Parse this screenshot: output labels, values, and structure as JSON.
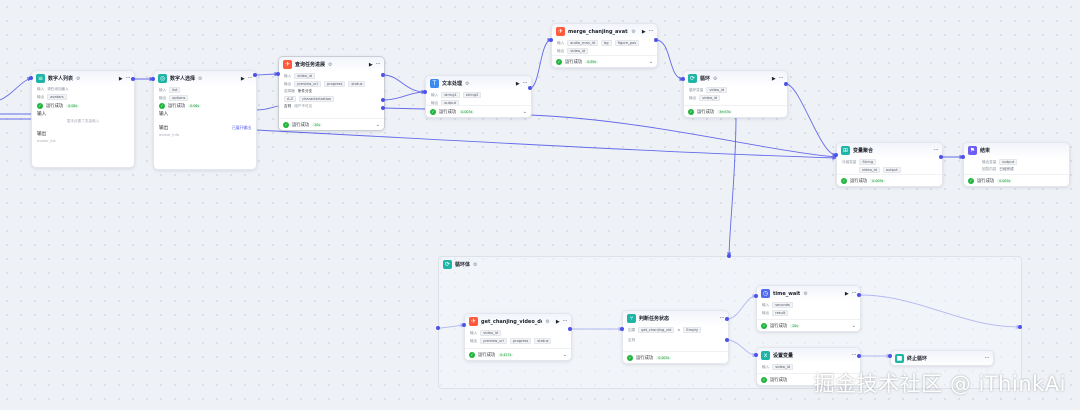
{
  "nodes": {
    "digital_list": {
      "title": "数字人列表",
      "input_label": "输入",
      "input_hint": "请在添加输入",
      "output_label": "输出",
      "out_tag": "avatars",
      "sub_input_label": "输入",
      "sub_hint": "暂未设置了变量输入",
      "sub_output_label": "输出",
      "sub_out_hint": "avatar_list",
      "status": "运行成功",
      "time": "0.08s"
    },
    "digital_select": {
      "title": "数字人选择",
      "input_label": "输入",
      "input_tag": "list",
      "output_label": "输出",
      "output_tag": "options",
      "status": "运行成功",
      "time": "0.06s",
      "sub_input_label": "输入",
      "sub_output_label": "输出",
      "sub_out_hint": "avatar_info",
      "sub_link": "已展开输出"
    },
    "query_task": {
      "title": "查询任务进展",
      "input_label": "输入",
      "input_tag": "video_id",
      "output_label": "输出",
      "out_tags": [
        "preview_url",
        "progress",
        "status"
      ],
      "branch_label": "选择器",
      "cond_label": "条件分支",
      "cond_tag1": "A-Z",
      "cond_tag2": "characterization",
      "else_label": "否则",
      "else_text": "用户不可见",
      "status": "运行成功",
      "time": "20s"
    },
    "text_process": {
      "title": "文本处理",
      "input_label": "输入",
      "input_tags": [
        "string1",
        "string2"
      ],
      "output_label": "输出",
      "output_tag": "output",
      "status": "运行成功",
      "time": "0.003s"
    },
    "merge_avatar": {
      "title": "merge_chanjing_avatar",
      "input_label": "输入",
      "input_tags": [
        "audio_man_id",
        "bg",
        "figure_pos"
      ],
      "output_label": "输出",
      "output_tag": "video_id",
      "status": "运行成功",
      "time": "0.89s"
    },
    "loop": {
      "title": "循环",
      "input_label": "循环变量",
      "input_tag": "video_id",
      "output_label": "输出",
      "output_tag": "video_id",
      "status": "运行成功",
      "time": "3m53s"
    },
    "var_merge": {
      "title": "变量聚合",
      "input_label": "分组变量",
      "input_tag": "String",
      "sub_tag1": "video_id",
      "sub_tag2": "output",
      "status": "运行成功",
      "time": "0.009s"
    },
    "end": {
      "title": "结束",
      "output_label": "输出变量",
      "output_tag": "output",
      "answer_label": "回答内容",
      "answer_text": "已经完成",
      "status": "运行成功",
      "time": "0.005s"
    },
    "loop_body": {
      "title": "循环体"
    },
    "get_video": {
      "title": "get_chanjing_video_detail",
      "input_label": "输入",
      "input_tag": "video_id",
      "output_label": "输出",
      "out_tags": [
        "preview_url",
        "progress",
        "status"
      ],
      "status": "运行成功",
      "time": "0.427s"
    },
    "check_status": {
      "title": "判断任务状态",
      "if_label": "如果",
      "if_tag": "get_chanjing_vid",
      "if_op": "=",
      "if_val": "Empty",
      "else_label": "否则",
      "status": "运行成功",
      "time": "0.005s"
    },
    "time_wait": {
      "title": "time_wait",
      "input_label": "输入",
      "input_tag": "seconds",
      "output_label": "输出",
      "output_tag": "result",
      "status": "运行成功",
      "time": "20s"
    },
    "set_var": {
      "title": "设置变量",
      "input_label": "输入",
      "input_tag": "video_id",
      "status": "运行成功"
    },
    "stop_loop": {
      "title": "终止循环"
    }
  },
  "watermark": "掘金技术社区 @ iThinkAi",
  "colors": {
    "edge": "#4d53e8",
    "success": "#1fb53c",
    "teal_icon": "#1fb5a6",
    "plugin_icon": "#ff5a3c",
    "canvas_bg": "#eef1f6"
  },
  "icons": {
    "run": "play-icon",
    "more": "more-dots-icon",
    "success": "check-circle-icon",
    "expand": "chevron-down-icon",
    "settings": "gear-icon"
  }
}
